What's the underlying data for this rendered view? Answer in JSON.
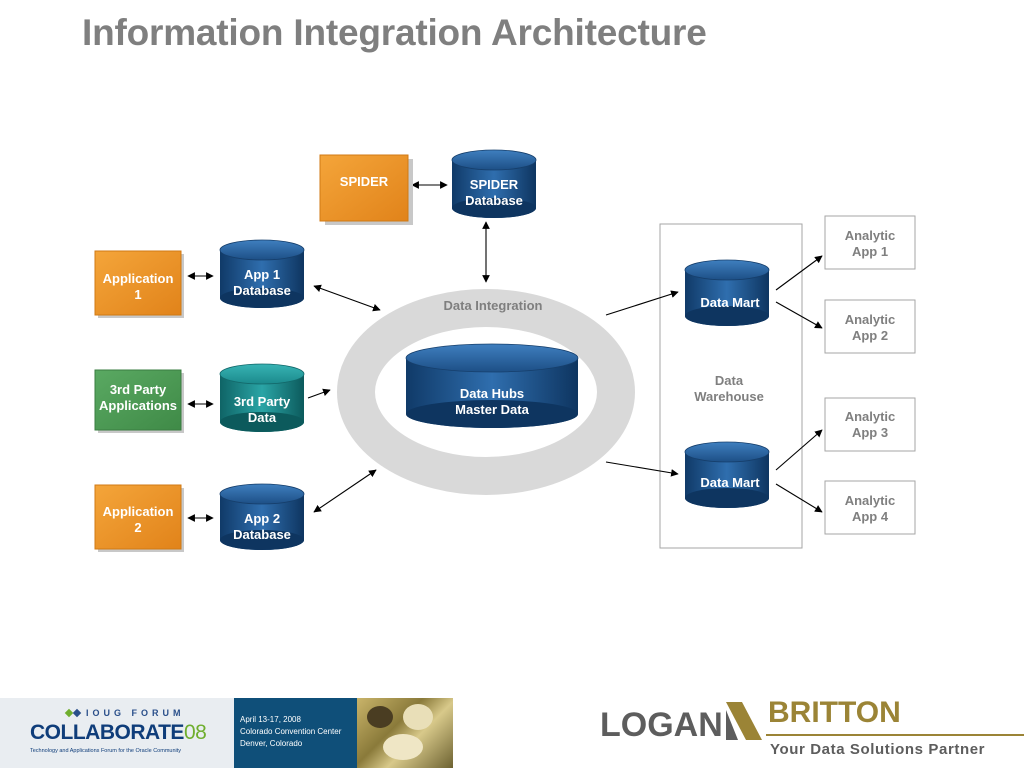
{
  "title": "Information Integration Architecture",
  "diagram": {
    "spider": {
      "label": "SPIDER"
    },
    "spider_db": {
      "line1": "SPIDER",
      "line2": "Database"
    },
    "application1": {
      "line1": "Application",
      "line2": "1"
    },
    "app1_db": {
      "line1": "App 1",
      "line2": "Database"
    },
    "third_party_apps": {
      "line1": "3rd Party",
      "line2": "Applications"
    },
    "third_party_data": {
      "line1": "3rd Party",
      "line2": "Data"
    },
    "application2": {
      "line1": "Application",
      "line2": "2"
    },
    "app2_db": {
      "line1": "App 2",
      "line2": "Database"
    },
    "data_integration": {
      "label": "Data Integration"
    },
    "data_hubs": {
      "line1": "Data Hubs",
      "line2": "Master Data"
    },
    "data_warehouse": {
      "line1": "Data",
      "line2": "Warehouse"
    },
    "data_mart_1": {
      "label": "Data Mart"
    },
    "data_mart_2": {
      "label": "Data Mart"
    },
    "analytic_apps": [
      {
        "line1": "Analytic",
        "line2": "App 1"
      },
      {
        "line1": "Analytic",
        "line2": "App 2"
      },
      {
        "line1": "Analytic",
        "line2": "App 3"
      },
      {
        "line1": "Analytic",
        "line2": "App 4"
      }
    ],
    "colors": {
      "orange": "#f0931e",
      "green": "#4e9a55",
      "navy_db": "#1d4f86",
      "teal_db": "#1b8a8c",
      "ring": "#d9d9d9",
      "grey_text": "#7f7f7f"
    }
  },
  "footer": {
    "forum": "IOUG FORUM",
    "collaborate": "COLLABORATE",
    "collaborate_year": "08",
    "collaborate_tag": "Technology and Applications Forum for the Oracle Community",
    "event_dates": "April 13-17, 2008",
    "event_venue": "Colorado Convention Center",
    "event_city": "Denver, Colorado",
    "logo_left": "LOGAN",
    "logo_right": "BRITTON",
    "tagline": "Your Data Solutions Partner"
  }
}
